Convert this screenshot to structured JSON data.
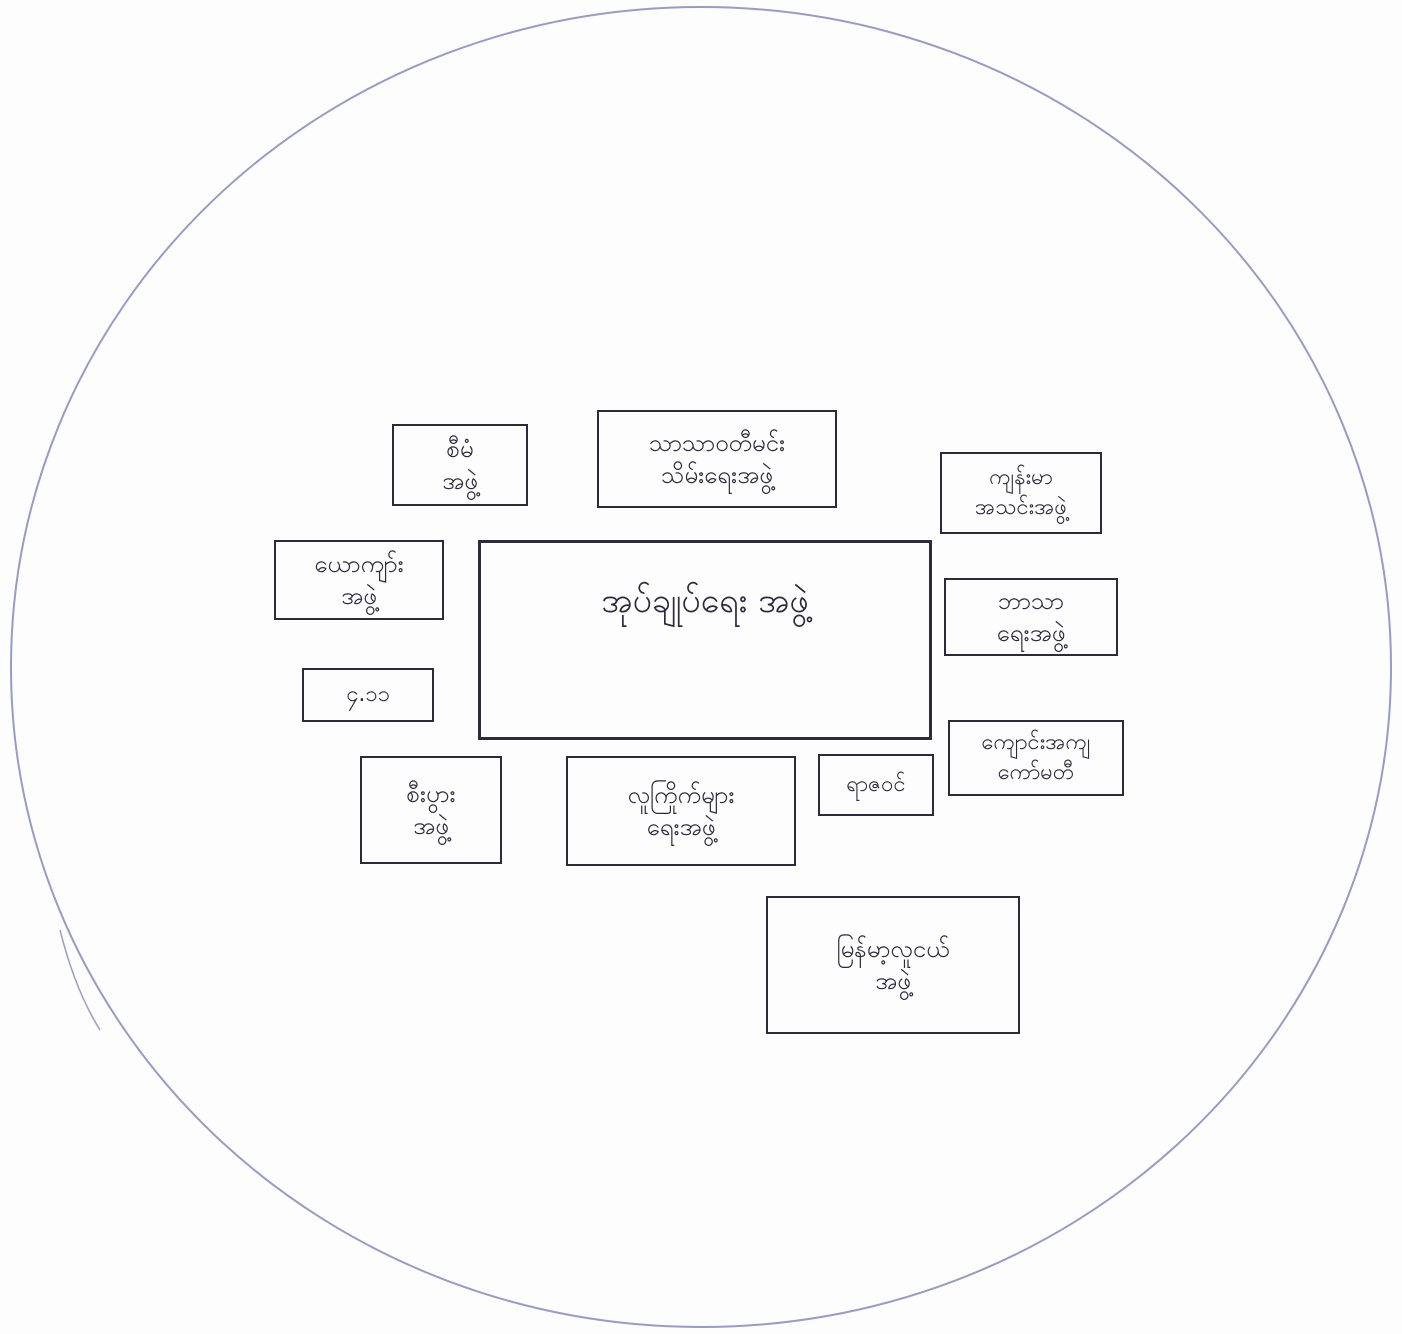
{
  "diagram": {
    "ink_color": "#2b2a3e",
    "circle_color": "#9a99c9",
    "center_node": "အုပ်ချုပ်ရေး အဖွဲ့",
    "nodes": [
      "စီမံ\nအဖွဲ့",
      "သာသာဝတီမင်း\nသိမ်းရေးအဖွဲ့",
      "ကျန်းမာ\nအသင်းအဖွဲ့",
      "ယောကျာ်း\nအဖွဲ့",
      "ဘာသာ\nရေးအဖွဲ့",
      "၄.၁၁",
      "ကျောင်းအကျ\nကော်မတီ",
      "စီးပွား\nအဖွဲ့",
      "လူကြိုက်များ\nရေးအဖွဲ့",
      "ရာဇဝင်",
      "မြန်မာ့လူငယ်\nအဖွဲ့"
    ]
  }
}
